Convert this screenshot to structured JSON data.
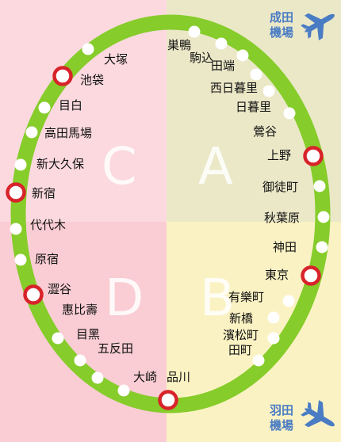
{
  "zones": [
    {
      "id": "A",
      "letter": "A",
      "color": "#ebe8c8"
    },
    {
      "id": "B",
      "letter": "B",
      "color": "#fbf2c4"
    },
    {
      "id": "C",
      "letter": "C",
      "color": "#fbd9df"
    },
    {
      "id": "D",
      "letter": "D",
      "color": "#f9cdd3"
    }
  ],
  "line": {
    "color": "#86cc2a",
    "dot_color": "#ffffff",
    "major_color": "#d8232a"
  },
  "stations": [
    {
      "name": "巣鴨",
      "major": false
    },
    {
      "name": "駒込",
      "major": false
    },
    {
      "name": "田端",
      "major": false
    },
    {
      "name": "西日暮里",
      "major": false
    },
    {
      "name": "日暮里",
      "major": false
    },
    {
      "name": "鶯谷",
      "major": false
    },
    {
      "name": "上野",
      "major": true
    },
    {
      "name": "御徒町",
      "major": false
    },
    {
      "name": "秋葉原",
      "major": false
    },
    {
      "name": "神田",
      "major": false
    },
    {
      "name": "東京",
      "major": true
    },
    {
      "name": "有樂町",
      "major": false
    },
    {
      "name": "新橋",
      "major": false
    },
    {
      "name": "濱松町",
      "major": false
    },
    {
      "name": "田町",
      "major": false
    },
    {
      "name": "品川",
      "major": true
    },
    {
      "name": "大崎",
      "major": false
    },
    {
      "name": "五反田",
      "major": false
    },
    {
      "name": "目黑",
      "major": false
    },
    {
      "name": "惠比壽",
      "major": false
    },
    {
      "name": "澀谷",
      "major": true
    },
    {
      "name": "原宿",
      "major": false
    },
    {
      "name": "代代木",
      "major": false
    },
    {
      "name": "新宿",
      "major": true
    },
    {
      "name": "新大久保",
      "major": false
    },
    {
      "name": "高田馬場",
      "major": false
    },
    {
      "name": "目白",
      "major": false
    },
    {
      "name": "池袋",
      "major": true
    },
    {
      "name": "大塚",
      "major": false
    }
  ],
  "airports": [
    {
      "id": "narita",
      "line1": "成田",
      "line2": "機場",
      "icon": "airplane-icon",
      "color": "#4a7cc4"
    },
    {
      "id": "haneda",
      "line1": "羽田",
      "line2": "機場",
      "icon": "airplane-icon",
      "color": "#4a7cc4"
    }
  ]
}
